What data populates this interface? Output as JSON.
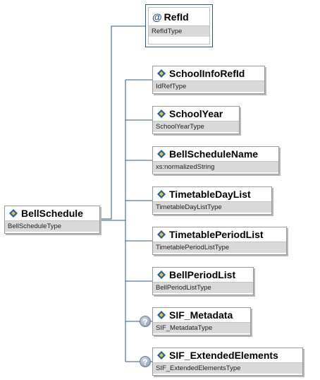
{
  "root": {
    "name": "BellSchedule",
    "type": "BellScheduleType"
  },
  "attribute": {
    "symbol": "@",
    "name": "RefId",
    "type": "RefIdType"
  },
  "elements": [
    {
      "name": "SchoolInfoRefId",
      "type": "IdRefType",
      "optional": false
    },
    {
      "name": "SchoolYear",
      "type": "SchoolYearType",
      "optional": false
    },
    {
      "name": "BellScheduleName",
      "type": "xs:normalizedString",
      "optional": false
    },
    {
      "name": "TimetableDayList",
      "type": "TimetableDayListType",
      "optional": false
    },
    {
      "name": "TimetablePeriodList",
      "type": "TimetablePeriodListType",
      "optional": false
    },
    {
      "name": "BellPeriodList",
      "type": "BellPeriodListType",
      "optional": false
    },
    {
      "name": "SIF_Metadata",
      "type": "SIF_MetadataType",
      "optional": true
    },
    {
      "name": "SIF_ExtendedElements",
      "type": "SIF_ExtendedElementsType",
      "optional": true
    }
  ],
  "optional_marker": "?",
  "colors": {
    "connector": "#2a5b8a",
    "icon_blue": "#1f5faa",
    "icon_yellow": "#f0c020",
    "type_band": "#d9d9d9"
  }
}
